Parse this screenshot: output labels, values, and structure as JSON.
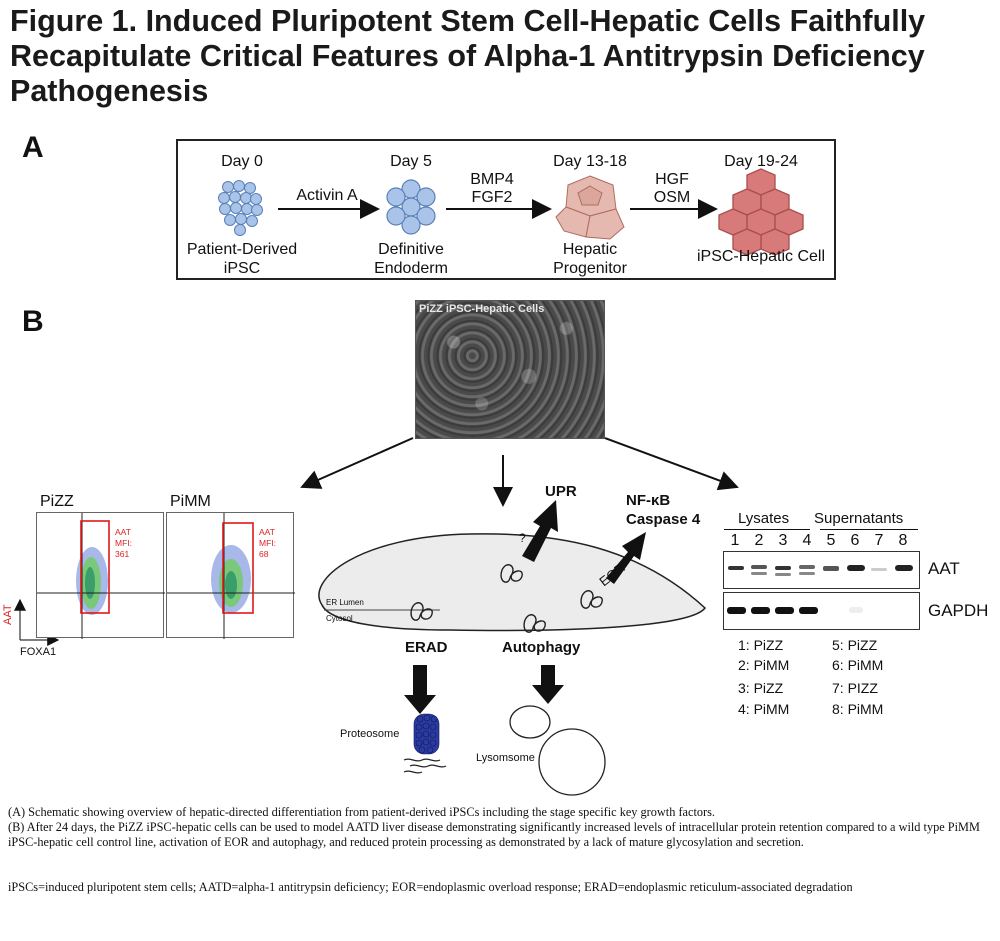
{
  "figure": {
    "title": "Figure 1. Induced Pluripotent Stem Cell-Hepatic Cells Faithfully Recapitulate Critical Features of Alpha-1 Antitrypsin Deficiency Pathogenesis"
  },
  "panel_a": {
    "letter": "A",
    "stages": [
      {
        "day": "Day 0",
        "label_line1": "Patient-Derived",
        "label_line2": "iPSC",
        "color": "#a9c4e8"
      },
      {
        "day": "Day 5",
        "label_line1": "Definitive",
        "label_line2": "Endoderm",
        "color": "#a9c4e8"
      },
      {
        "day": "Day 13-18",
        "label_line1": "Hepatic",
        "label_line2": "Progenitor",
        "color": "#e6b9b0"
      },
      {
        "day": "Day 19-24",
        "label_line1": "iPSC-Hepatic Cell",
        "label_line2": "",
        "color": "#d97a7a"
      }
    ],
    "factors": [
      {
        "line1": "Activin A",
        "line2": ""
      },
      {
        "line1": "BMP4",
        "line2": "FGF2"
      },
      {
        "line1": "HGF",
        "line2": "OSM"
      }
    ]
  },
  "panel_b": {
    "letter": "B",
    "micrograph_label": "PiZZ iPSC-Hepatic Cells",
    "flow": {
      "plots": [
        {
          "name": "PiZZ",
          "mfi_line1": "AAT",
          "mfi_line2": "MFI:",
          "mfi_value": "361"
        },
        {
          "name": "PiMM",
          "mfi_line1": "AAT",
          "mfi_line2": "MFI:",
          "mfi_value": "68"
        }
      ],
      "y_axis": "AAT",
      "x_axis": "FOXA1"
    },
    "cell": {
      "er_lumen": "ER Lumen",
      "cytosol": "Cytosol",
      "upr": "UPR",
      "question": "?",
      "nfkb": "NF-κB",
      "caspase": "Caspase 4",
      "eor": "EOR",
      "erad": "ERAD",
      "autophagy": "Autophagy",
      "proteosome": "Proteosome",
      "lysosome": "Lysomsome"
    },
    "blot": {
      "lysates": "Lysates",
      "supernatants": "Supernatants",
      "lanes": [
        "1",
        "2",
        "3",
        "4",
        "5",
        "6",
        "7",
        "8"
      ],
      "aat_label": "AAT",
      "gapdh_label": "GAPDH",
      "legend": [
        "1: PiZZ",
        "2: PiMM",
        "3: PiZZ",
        "4: PiMM",
        "5: PiZZ",
        "6: PiMM",
        "7: PIZZ",
        "8: PiMM"
      ]
    }
  },
  "caption": {
    "a": "(A) Schematic showing overview of hepatic-directed differentiation from patient-derived iPSCs including the stage specific key growth factors.",
    "b": "(B) After 24 days, the PiZZ iPSC-hepatic cells can be used to model AATD liver disease demonstrating significantly increased levels of intracellular protein retention compared to a wild type PiMM iPSC-hepatic cell control line, activation of EOR and autophagy, and reduced protein processing as demonstrated by a lack of mature glycosylation and secretion.",
    "abbreviations": "iPSCs=induced pluripotent stem cells; AATD=alpha-1 antitrypsin deficiency; EOR=endoplasmic overload response; ERAD=endoplasmic reticulum-associated degradation"
  }
}
